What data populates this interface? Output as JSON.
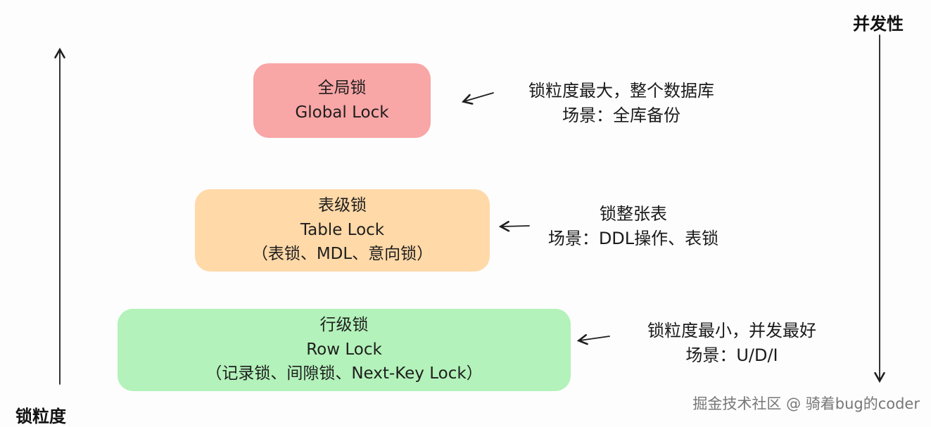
{
  "axes": {
    "left_label": "锁粒度",
    "right_label": "并发性"
  },
  "boxes": [
    {
      "title": "全局锁",
      "subtitle": "Global Lock",
      "color": "#f9a6a6",
      "annotation_line1": "锁粒度最大，整个数据库",
      "annotation_line2": "场景：全库备份"
    },
    {
      "title": "表级锁",
      "subtitle": "Table Lock",
      "detail": "（表锁、MDL、意向锁）",
      "color": "#ffd9a8",
      "annotation_line1": "锁整张表",
      "annotation_line2": "场景：DDL操作、表锁"
    },
    {
      "title": "行级锁",
      "subtitle": "Row Lock",
      "detail": "（记录锁、间隙锁、Next-Key Lock）",
      "color": "#b3f2ba",
      "annotation_line1": "锁粒度最小，并发最好",
      "annotation_line2": "场景：U/D/I"
    }
  ],
  "watermark": "掘金技术社区 @ 骑着bug的coder",
  "colors": {
    "stroke": "#1e1e1e",
    "background": "#fdfdfd"
  }
}
